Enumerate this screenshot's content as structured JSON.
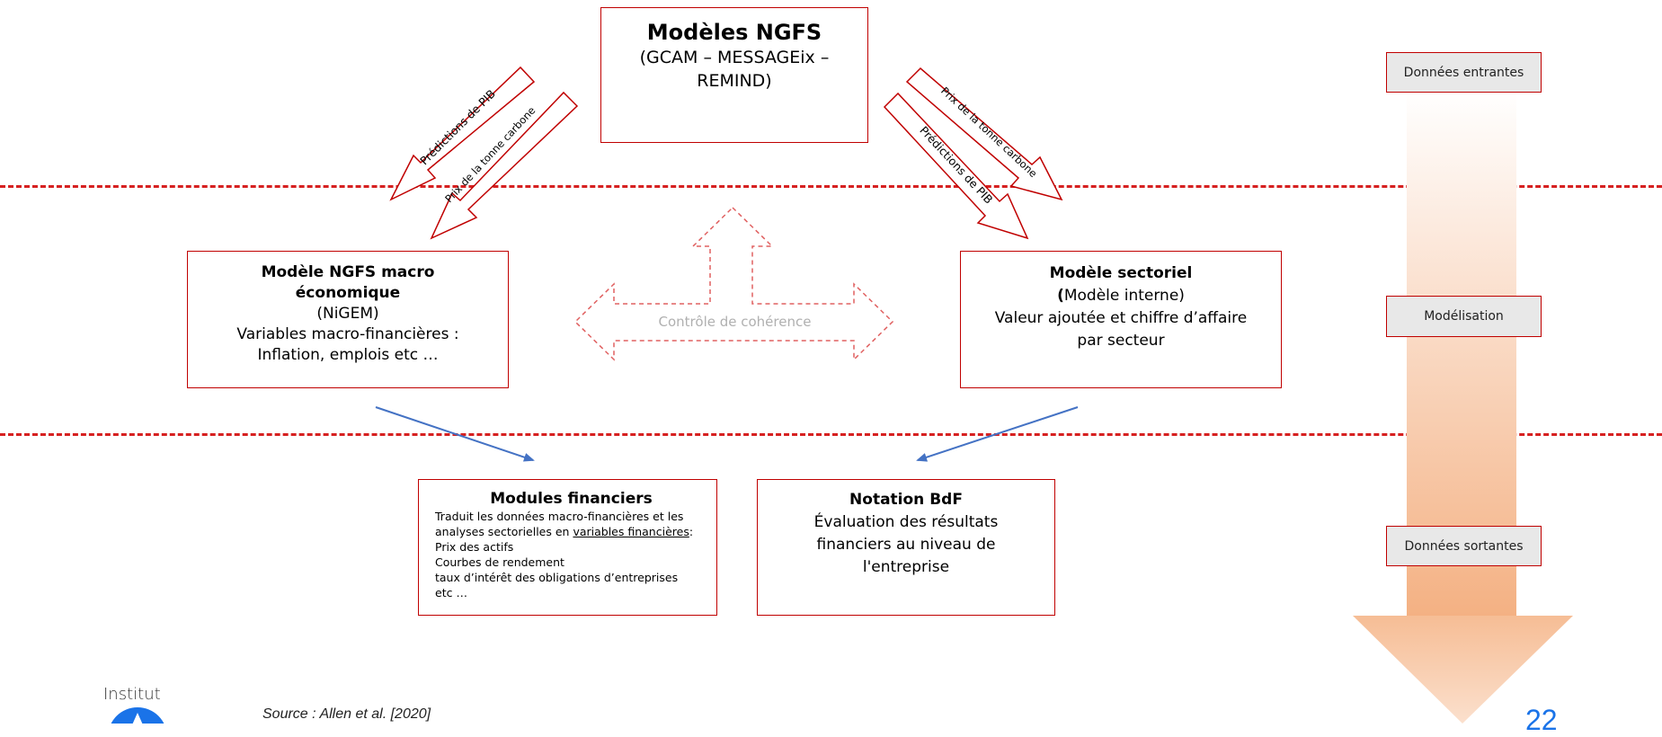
{
  "top_box": {
    "title": "Modèles NGFS",
    "line1": "(GCAM – MESSAGEix –",
    "line2": "REMIND)"
  },
  "arrows_left": [
    "Prédictions de PIB",
    "Prix de la tonne carbone"
  ],
  "arrows_right": [
    "Prix de la tonne carbone",
    "Prédictions de PIB"
  ],
  "left_box": {
    "title_line1": "Modèle NGFS macro",
    "title_line2": "économique",
    "line1": "(NiGEM)",
    "line2": "Variables macro-financières :",
    "line3": "Inflation, emplois etc …"
  },
  "right_box": {
    "title": "Modèle sectoriel",
    "line1_bold": "(",
    "line1": "Modèle interne)",
    "line2": "Valeur ajoutée et chiffre d’affaire",
    "line3": "par secteur"
  },
  "center_arrow_label": "Contrôle de cohérence",
  "financial_box": {
    "title": "Modules financiers",
    "line1": "Traduit les données macro-financières et les",
    "line2_pre": "analyses sectorielles en ",
    "line2_link": "variables financières",
    "line2_post": ":",
    "line3": "Prix des actifs",
    "line4": "Courbes de rendement",
    "line5": "taux d’intérêt des obligations d’entreprises",
    "line6": "etc …"
  },
  "bdf_box": {
    "title": "Notation BdF",
    "line1": "Évaluation des résultats",
    "line2": "financiers au niveau de",
    "line3": "l'entreprise"
  },
  "stages": [
    "Données entrantes",
    "Modélisation",
    "Données sortantes"
  ],
  "footer": {
    "logo_text": "Institut",
    "source": "Source : Allen et al. [2020]",
    "page_number": "22"
  },
  "colors": {
    "red": "#c00000",
    "dashed_line": "#d62020",
    "blue_arrow": "#4472c4",
    "big_arrow": "#f4b183"
  }
}
